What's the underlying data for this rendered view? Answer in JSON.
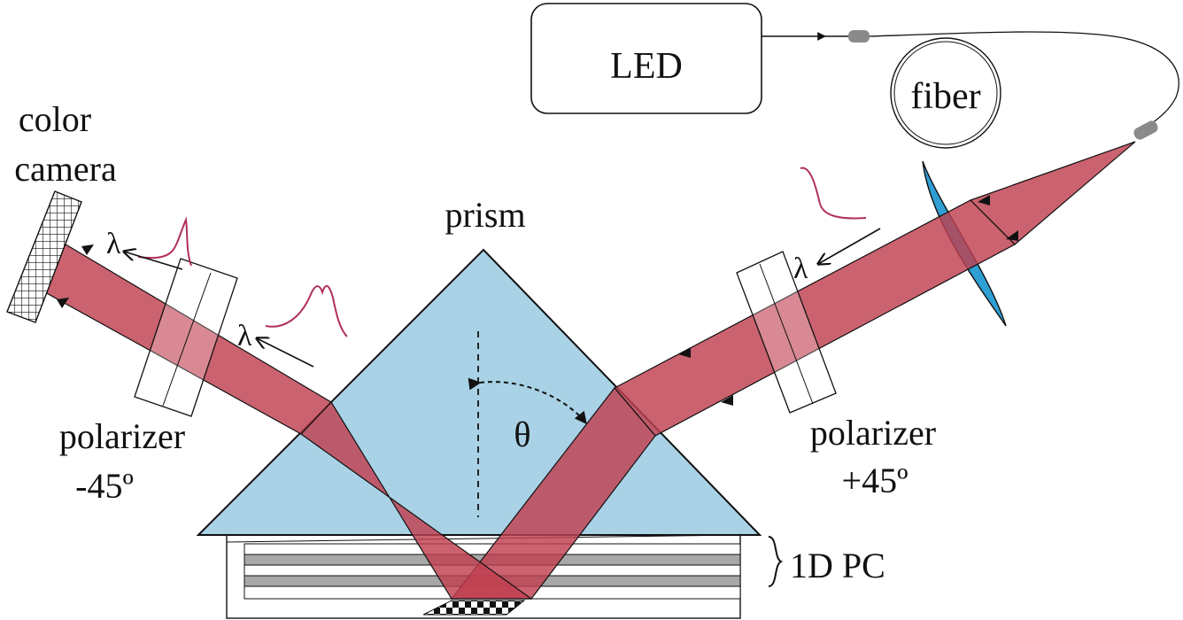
{
  "labels": {
    "led": "LED",
    "fiber": "fiber",
    "color_camera_line1": "color",
    "color_camera_line2": "camera",
    "prism": "prism",
    "theta": "θ",
    "polarizer_left_line1": "polarizer",
    "polarizer_left_line2": "-45º",
    "polarizer_right_line1": "polarizer",
    "polarizer_right_line2": "+45º",
    "pc": "1D PC",
    "lambda": "λ"
  },
  "colors": {
    "beam": "#c0404f",
    "prism": "#a9d2e6",
    "lens": "#2f9fd4",
    "spectrum": "#b0305a",
    "connector": "#8a8a8a",
    "layer_gray": "#a8a8a8"
  }
}
